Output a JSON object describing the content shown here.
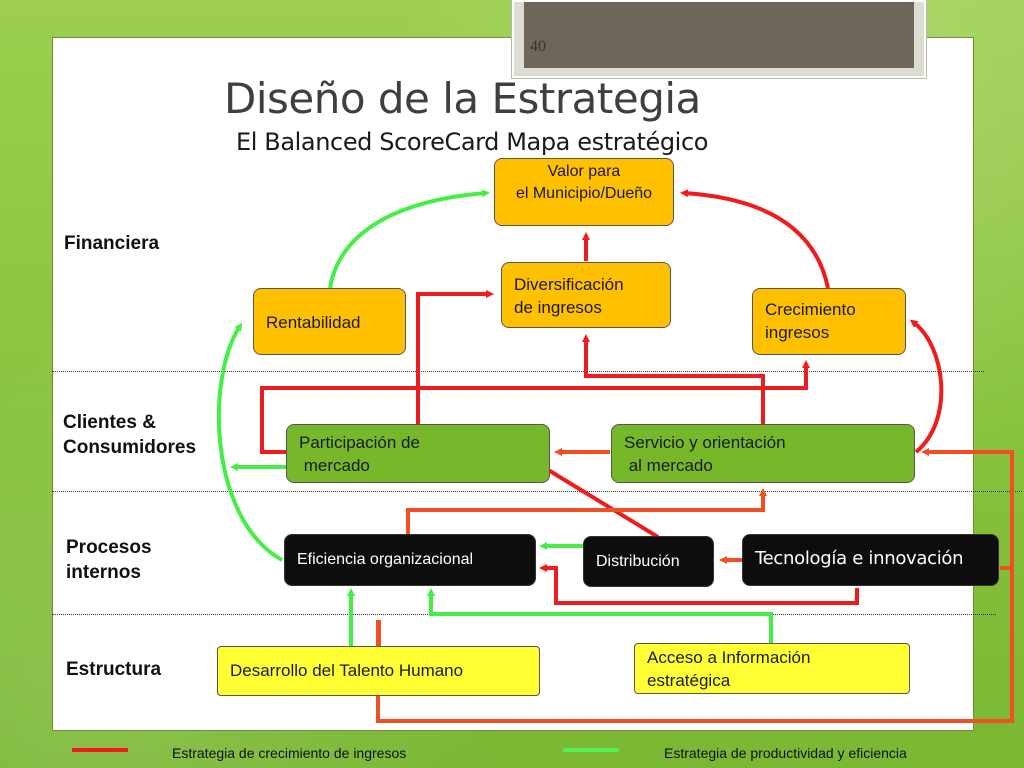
{
  "slide": {
    "page_number": "40",
    "title": "Diseño de la Estrategia",
    "subtitle": "El Balanced ScoreCard Mapa estratégico"
  },
  "rows": {
    "financiera": "Financiera",
    "clientes_line1": "Clientes &",
    "clientes_line2": "Consumidores",
    "procesos_line1": "Procesos",
    "procesos_line2": "internos",
    "estructura": "Estructura"
  },
  "boxes": {
    "valor_line1": "Valor para",
    "valor_line2": "el Municipio/Dueño",
    "rentabilidad": "Rentabilidad",
    "diversificacion_line1": "Diversificación",
    "diversificacion_line2": "de ingresos",
    "crecimiento_line1": "Crecimiento",
    "crecimiento_line2": "ingresos",
    "participacion_line1": "Participación de",
    "participacion_line2": " mercado",
    "servicio_line1": "Servicio y orientación",
    "servicio_line2": " al mercado",
    "eficiencia": "Eficiencia organizacional",
    "distribucion": "Distribución",
    "tecnologia": "Tecnología e innovación",
    "desarrollo": "Desarrollo del Talento Humano",
    "acceso_line1": "Acceso a Información",
    "acceso_line2": "estratégica"
  },
  "legend": {
    "red_label": "Estrategia de crecimiento de ingresos",
    "green_label": "Estrategia de productividad y eficiencia"
  },
  "colors": {
    "red_strategy": "#ee1c1c",
    "orange_red_strategy": "#f04e23",
    "green_strategy": "#44ee44",
    "financial_box": "#ffc000",
    "client_box": "#77b82a",
    "process_box": "#0d0d0d",
    "structure_box": "#ffff33"
  }
}
